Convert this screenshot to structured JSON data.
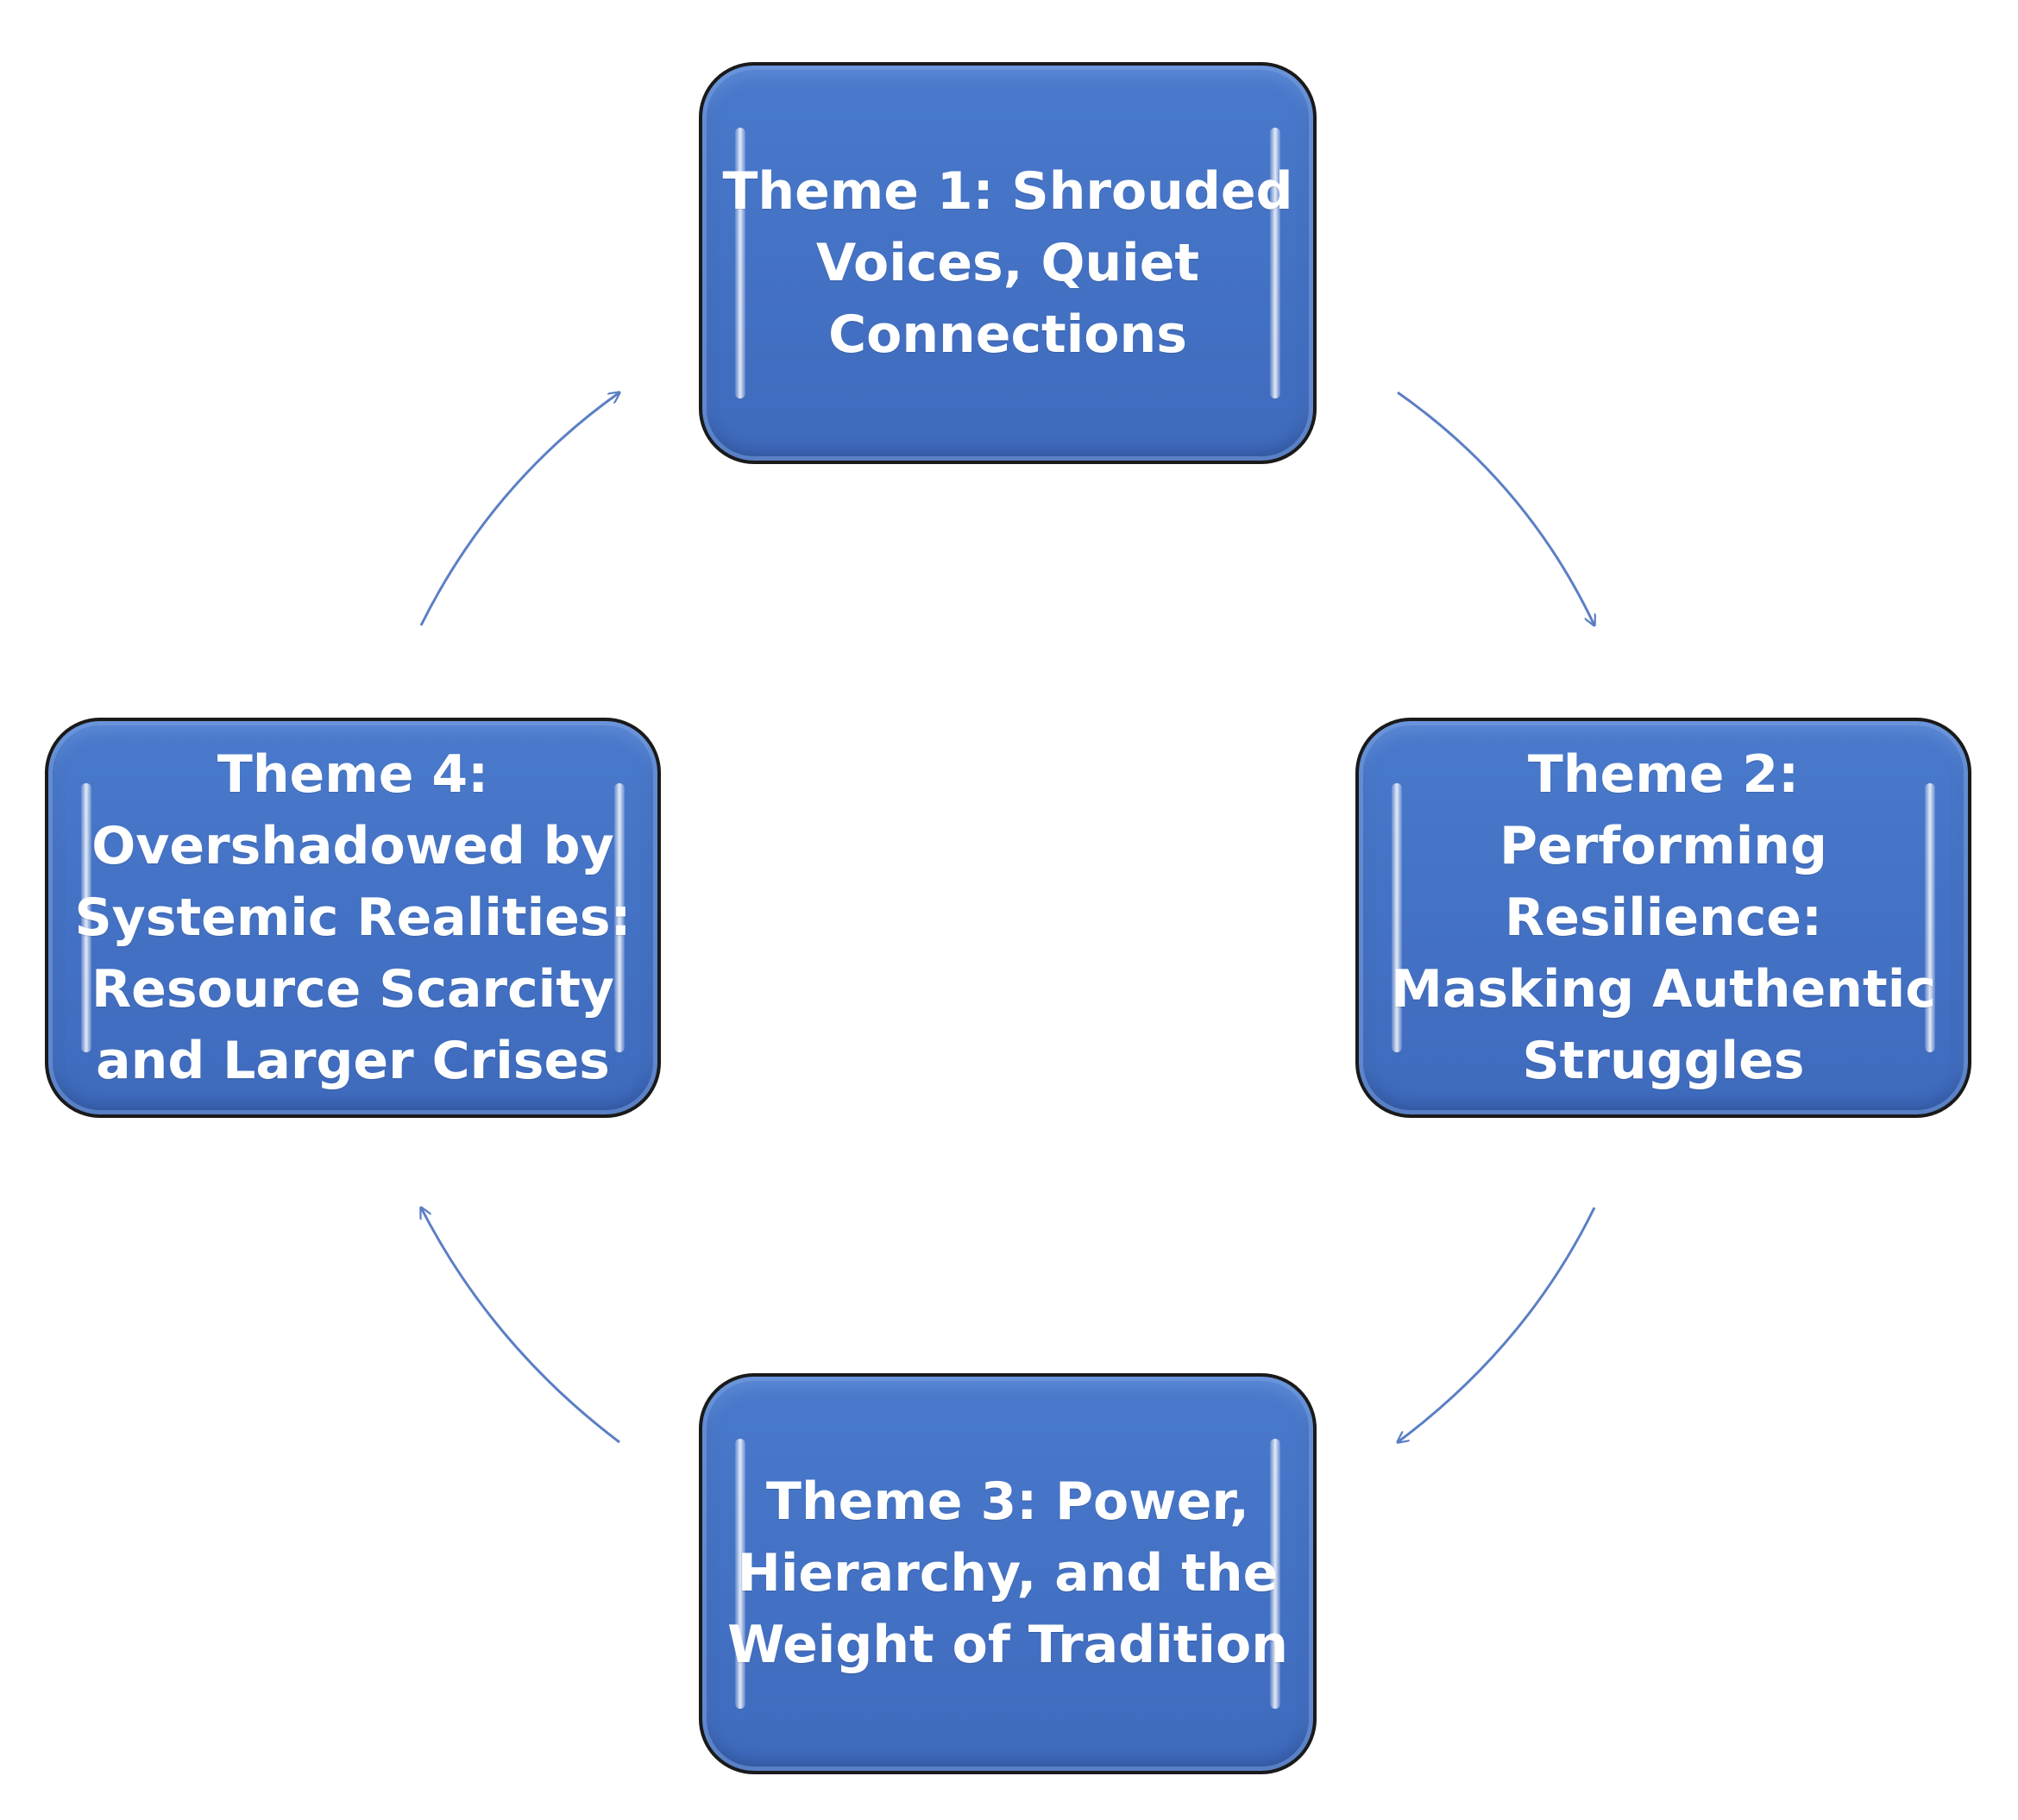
{
  "themes": [
    {
      "id": "theme-1",
      "label": "Theme 1: Shrouded Voices, Quiet Connections"
    },
    {
      "id": "theme-2",
      "label": "Theme 2: Performing Resilience: Masking Authentic Struggles"
    },
    {
      "id": "theme-3",
      "label": "Theme 3: Power, Hierarchy, and the Weight of Tradition"
    },
    {
      "id": "theme-4",
      "label": "Theme 4: Overshadowed by Systemic Realities: Resource Scarcity and Larger Crises"
    }
  ],
  "flow": [
    {
      "from": "theme-1",
      "to": "theme-2"
    },
    {
      "from": "theme-2",
      "to": "theme-3"
    },
    {
      "from": "theme-3",
      "to": "theme-4"
    },
    {
      "from": "theme-4",
      "to": "theme-1"
    }
  ],
  "colors": {
    "box_fill": "#4472c4",
    "box_border": "#1a1a1a",
    "text": "#ffffff",
    "arrow": "#5b7fc4"
  }
}
